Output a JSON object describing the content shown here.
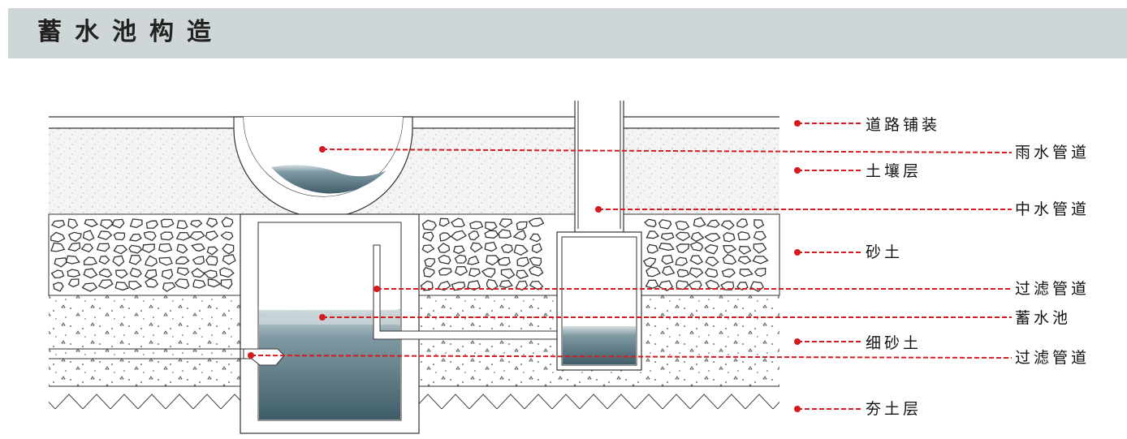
{
  "header": {
    "title": "蓄水池构造"
  },
  "colors": {
    "leader": "#d71920",
    "header_bg": "#cfd6d7",
    "water": "#5c7c86"
  },
  "labels": {
    "road_paving": "道路铺装",
    "rain_pipe": "雨水管道",
    "soil_layer": "土壤层",
    "greywater_pipe": "中水管道",
    "sandy_soil": "砂土",
    "filter_pipe_1": "过滤管道",
    "reservoir": "蓄水池",
    "fine_sand": "细砂土",
    "filter_pipe_2": "过滤管道",
    "rammed_earth": "夯土层"
  }
}
